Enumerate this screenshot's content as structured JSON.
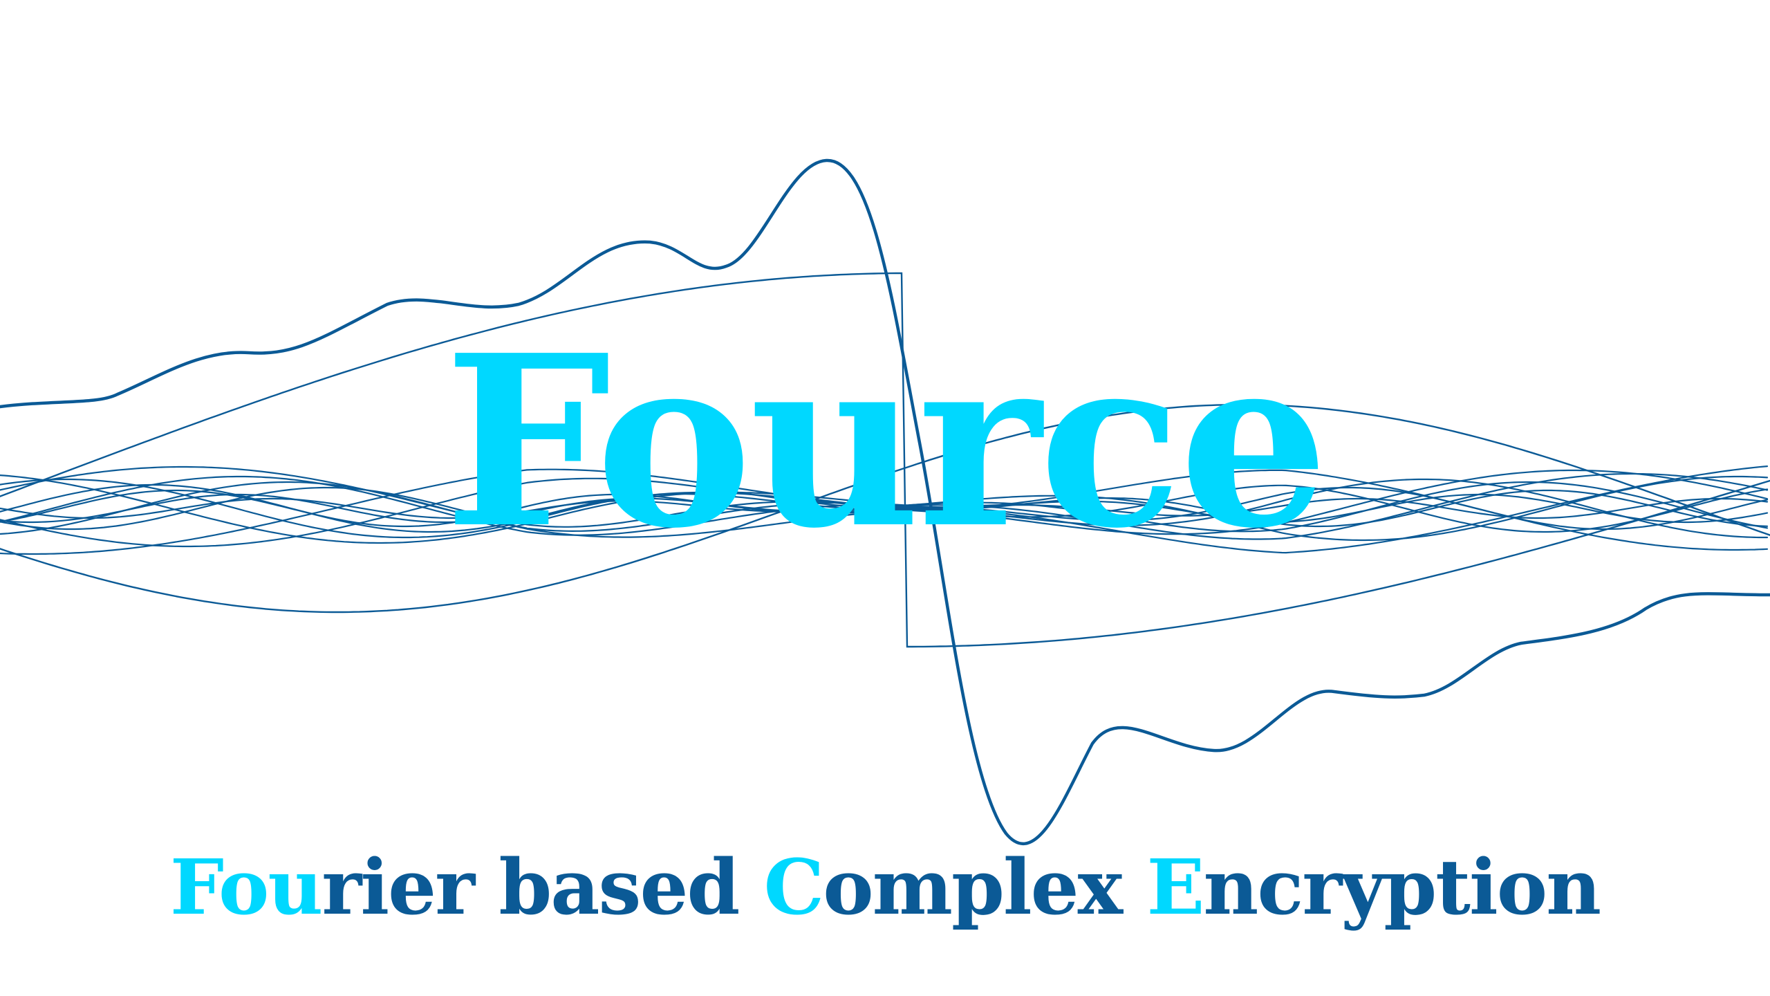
{
  "logo": {
    "title": "Fource"
  },
  "tagline": {
    "part1_highlight": "Fou",
    "part1_rest": "rier based ",
    "part2_highlight": "C",
    "part2_rest": "omplex ",
    "part3_highlight": "E",
    "part3_rest": "ncryption"
  },
  "colors": {
    "accent": "#00d8ff",
    "wave": "#0b5a96",
    "background": "#ffffff"
  }
}
